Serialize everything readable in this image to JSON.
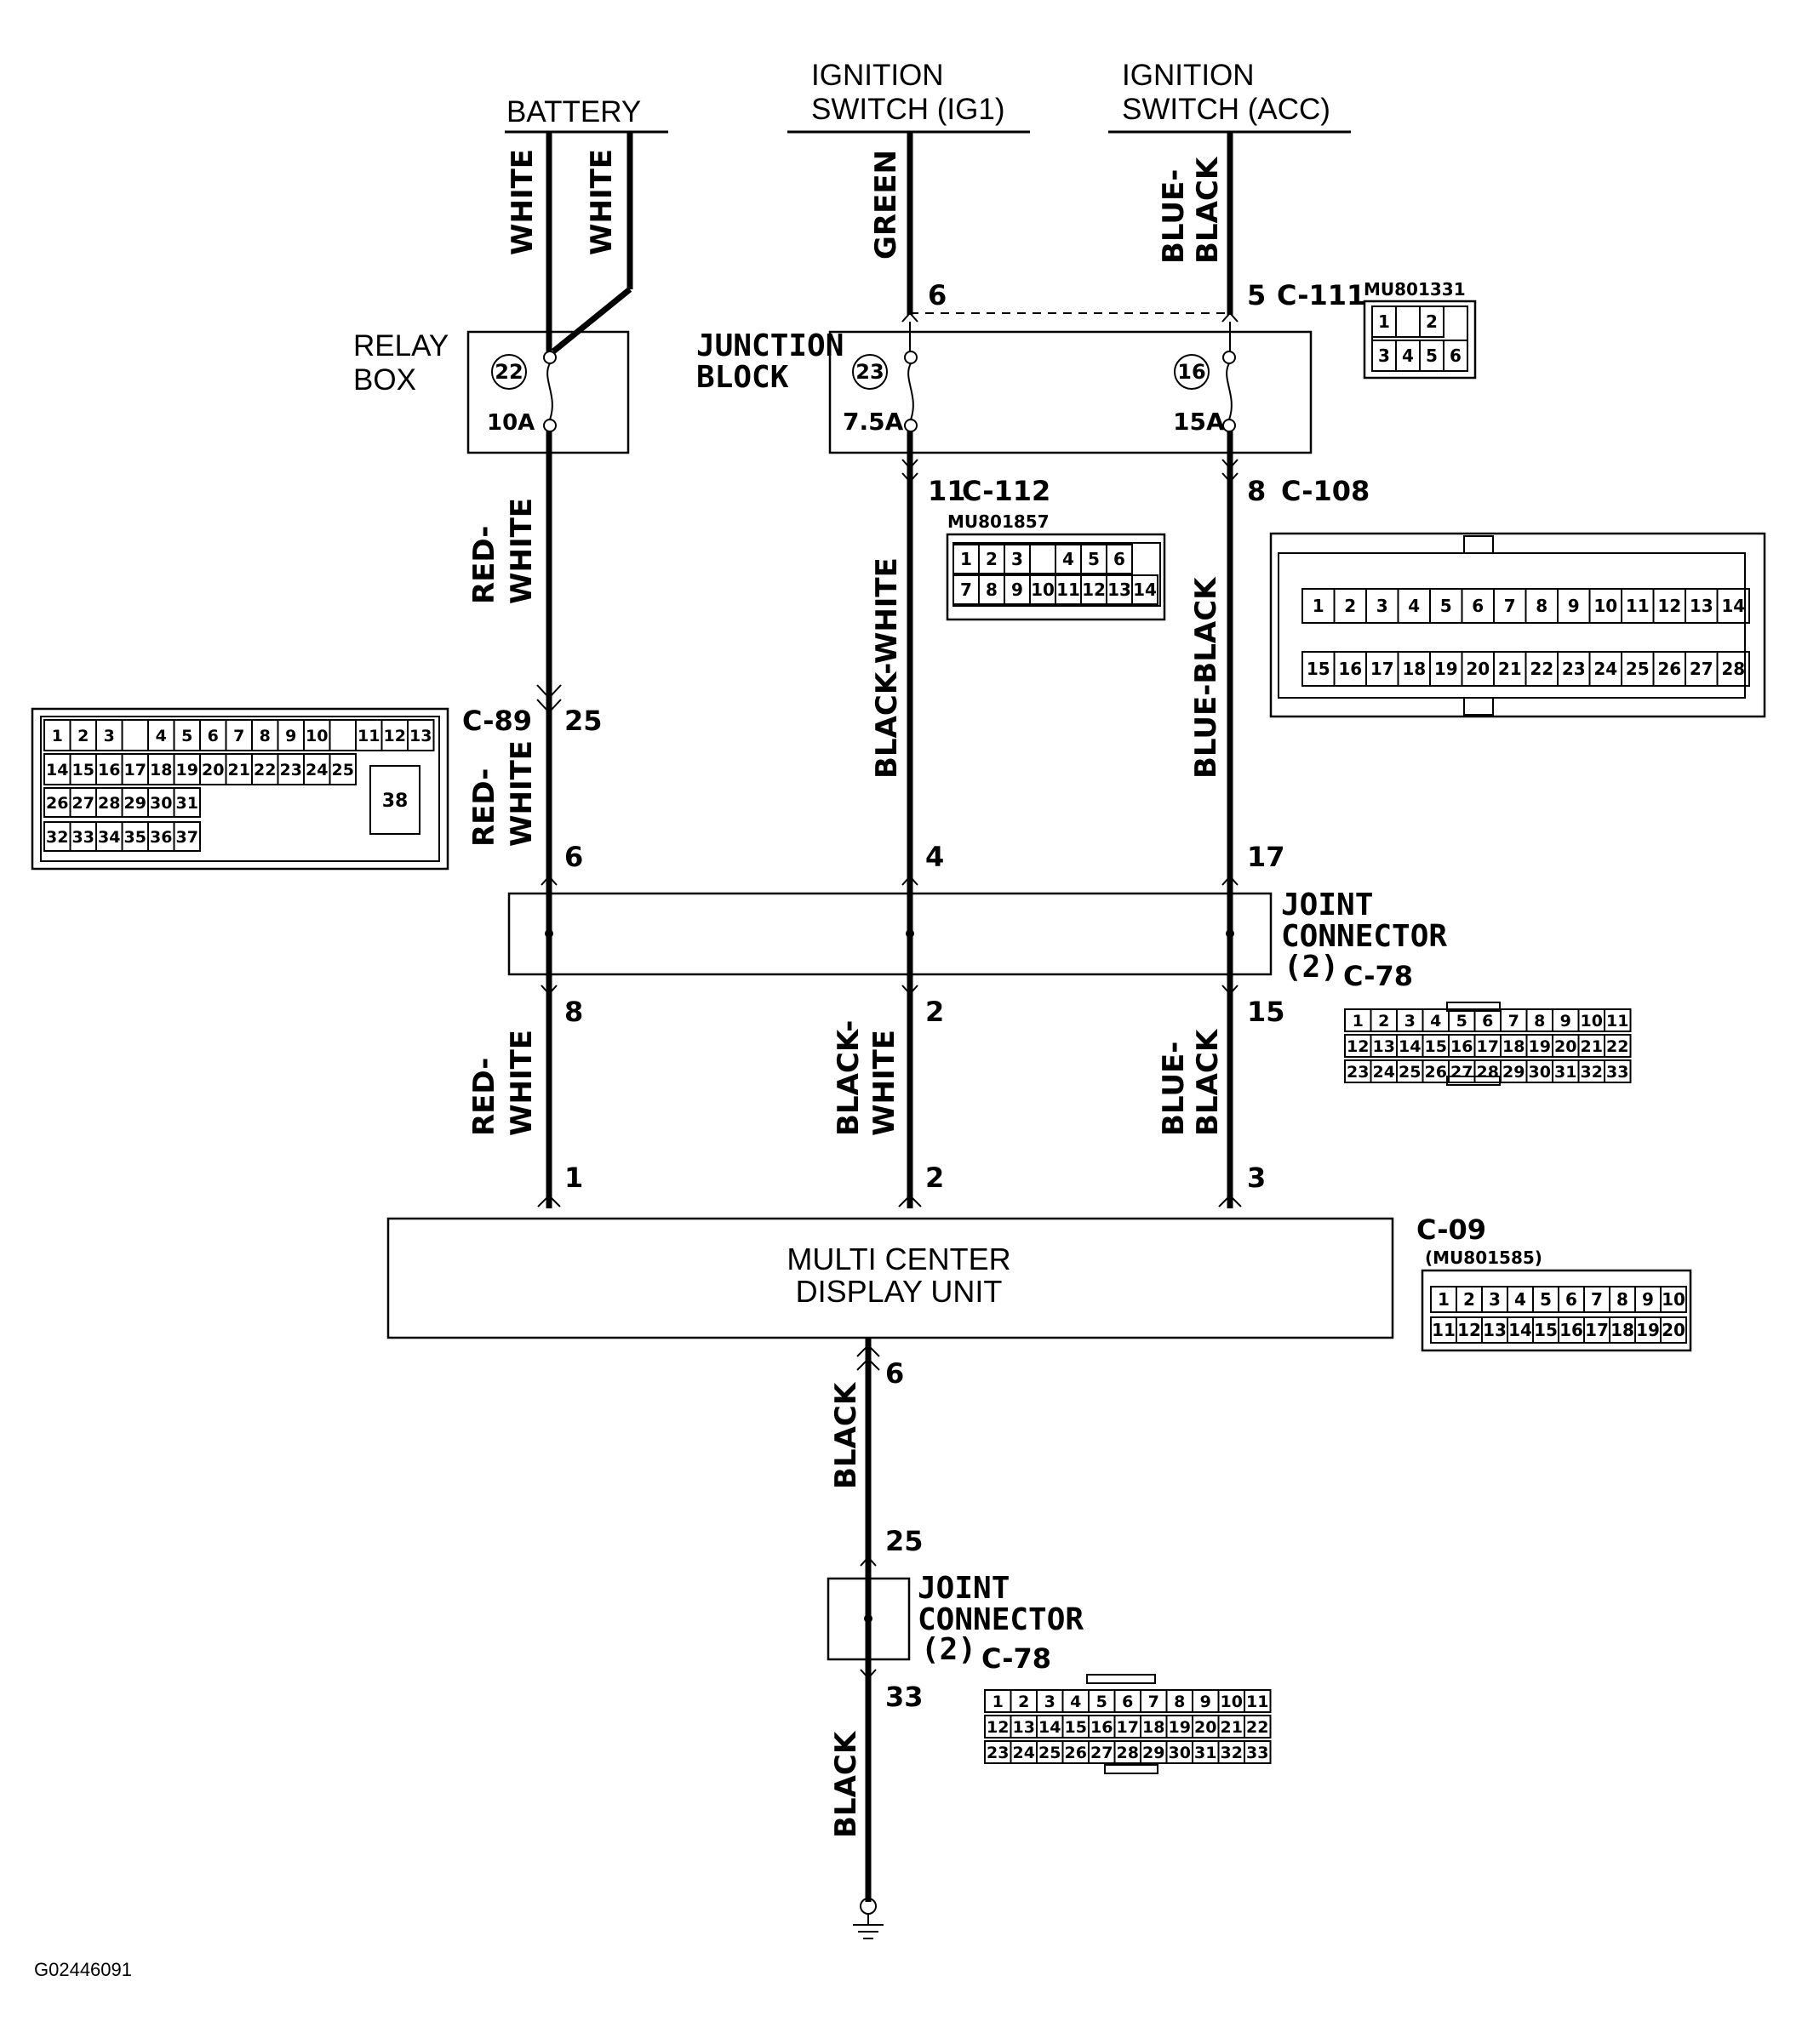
{
  "sources": {
    "battery": "BATTERY",
    "ig1": [
      "IGNITION",
      "SWITCH (IG1)"
    ],
    "acc": [
      "IGNITION",
      "SWITCH (ACC)"
    ]
  },
  "relay_box": {
    "label": [
      "RELAY",
      "BOX"
    ],
    "fuse_no": "22",
    "rating": "10A"
  },
  "junction_block": {
    "label": [
      "JUNCTION",
      "BLOCK"
    ],
    "fuse1_no": "23",
    "fuse1_rating": "7.5A",
    "fuse2_no": "16",
    "fuse2_rating": "15A"
  },
  "wires": {
    "battery_1": "WHITE",
    "battery_2": "WHITE",
    "ig1_in": "GREEN",
    "acc_in_1": "BLUE-",
    "acc_in_2": "BLACK",
    "relay_out_1": "RED-",
    "relay_out_2": "WHITE",
    "c89_out_1": "RED-",
    "c89_out_2": "WHITE",
    "ig1_out": "BLACK-WHITE",
    "acc_out": "BLUE-BLACK",
    "jc_out_a_1": "RED-",
    "jc_out_a_2": "WHITE",
    "jc_out_b_1": "BLACK-",
    "jc_out_b_2": "WHITE",
    "jc_out_c_1": "BLUE-",
    "jc_out_c_2": "BLACK",
    "ground_1": "BLACK",
    "ground_2": "BLACK"
  },
  "pins": {
    "jb_in_ig1": "6",
    "jb_in_acc": "5",
    "c111": "C-111",
    "jb_out_ig1": "11",
    "c112": "C-112",
    "jb_out_acc": "8",
    "c108": "C-108",
    "c89": "C-89",
    "c89_pin": "25",
    "jc_in_a": "6",
    "jc_in_b": "4",
    "jc_in_c": "17",
    "jc_out_a": "8",
    "jc_out_b": "2",
    "jc_out_c": "15",
    "unit_a": "1",
    "unit_b": "2",
    "unit_c": "3",
    "unit_gnd": "6",
    "jc2_in": "25",
    "jc2_out": "33"
  },
  "joint_connector": {
    "label": [
      "JOINT",
      "CONNECTOR",
      "(2)"
    ],
    "code": "C-78"
  },
  "unit": {
    "label": [
      "MULTI CENTER",
      "DISPLAY UNIT"
    ],
    "connector": "C-09",
    "part": "(MU801585)"
  },
  "connector_parts": {
    "c111": "MU801331",
    "c112": "MU801857"
  },
  "connector_grids": {
    "c111": [
      [
        "1",
        "",
        "2"
      ],
      [
        "3",
        "4",
        "5",
        "6"
      ]
    ],
    "c112": [
      [
        "1",
        "2",
        "3",
        "",
        "4",
        "5",
        "6"
      ],
      [
        "7",
        "8",
        "9",
        "10",
        "11",
        "12",
        "13",
        "14"
      ]
    ],
    "c108": [
      [
        "1",
        "2",
        "3",
        "4",
        "5",
        "6",
        "7",
        "8",
        "9",
        "10",
        "11",
        "12",
        "13",
        "14"
      ],
      [
        "15",
        "16",
        "17",
        "18",
        "19",
        "20",
        "21",
        "22",
        "23",
        "24",
        "25",
        "26",
        "27",
        "28"
      ]
    ],
    "c89": [
      [
        "1",
        "2",
        "3",
        "",
        "4",
        "5",
        "6",
        "7",
        "8",
        "9",
        "10",
        "",
        "11",
        "12",
        "13"
      ],
      [
        "14",
        "15",
        "16",
        "17",
        "18",
        "19",
        "20",
        "21",
        "22",
        "23",
        "24",
        "25"
      ],
      [
        "26",
        "27",
        "28",
        "29",
        "30",
        "31"
      ],
      [
        "32",
        "33",
        "34",
        "35",
        "36",
        "37"
      ],
      [
        "38"
      ]
    ],
    "c78": [
      [
        "1",
        "2",
        "3",
        "4",
        "5",
        "6",
        "7",
        "8",
        "9",
        "10",
        "11"
      ],
      [
        "12",
        "13",
        "14",
        "15",
        "16",
        "17",
        "18",
        "19",
        "20",
        "21",
        "22"
      ],
      [
        "23",
        "24",
        "25",
        "26",
        "27",
        "28",
        "29",
        "30",
        "31",
        "32",
        "33"
      ]
    ],
    "c09": [
      [
        "1",
        "2",
        "3",
        "4",
        "5",
        "6",
        "7",
        "8",
        "9",
        "10"
      ],
      [
        "11",
        "12",
        "13",
        "14",
        "15",
        "16",
        "17",
        "18",
        "19",
        "20"
      ]
    ]
  },
  "footer": "G02446091"
}
